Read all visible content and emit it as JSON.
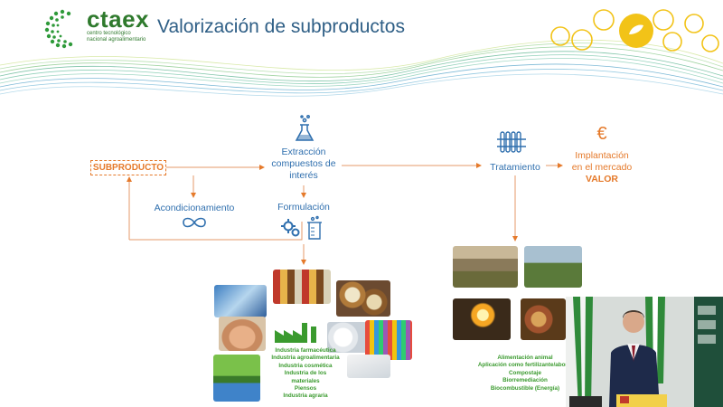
{
  "header": {
    "logo_word": "ctaex",
    "logo_sub_line1": "centro tecnológico",
    "logo_sub_line2": "nacional agroalimentario",
    "title": "Valorización de subproductos"
  },
  "colors": {
    "brand_green": "#2f7a2d",
    "title_blue": "#2f5f86",
    "flow_blue": "#2f6fae",
    "flow_orange": "#e57a2b",
    "list_green": "#3a9a2e",
    "deco_yellow": "#f2c318"
  },
  "diagram": {
    "subproducto": "SUBPRODUCTO",
    "acondicionamiento": "Acondicionamiento",
    "extraccion_1": "Extracción",
    "extraccion_2": "compuestos de",
    "extraccion_3": "interés",
    "formulacion": "Formulación",
    "tratamiento": "Tratamiento",
    "implantacion_1": "Implantación",
    "implantacion_2": "en el mercado",
    "valor": "VALOR",
    "euro_symbol": "€"
  },
  "icons": {
    "flask": "flask-icon",
    "test_tubes": "test-tubes-icon",
    "gears": "gears-icon",
    "beaker": "beaker-icon",
    "infinity": "infinity-icon",
    "factory": "factory-icon"
  },
  "industries_left": [
    "Industria farmacéutica",
    "Industria agroalimentaria",
    "Industria cosmética",
    "Industria de los",
    "materiales",
    "Piensos",
    "Industria agraria"
  ],
  "uses_right": [
    "Alimentación animal",
    "Aplicación como fertilizante/abono",
    "Compostaje",
    "Biorremediación",
    "Biocombustible (Energía)"
  ]
}
